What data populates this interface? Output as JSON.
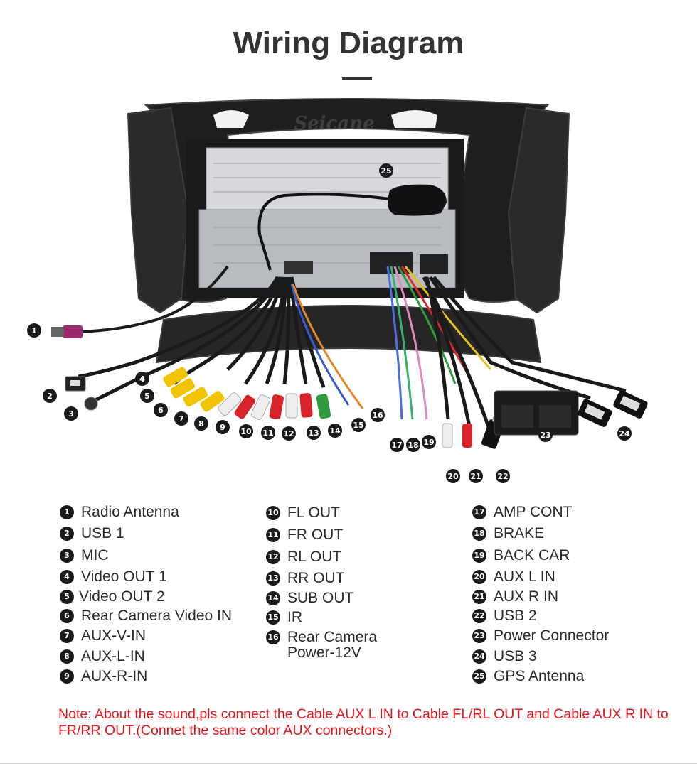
{
  "title": "Wiring Diagram",
  "watermark": "Seicane",
  "callouts": [
    "1",
    "2",
    "3",
    "4",
    "5",
    "6",
    "7",
    "8",
    "9",
    "10",
    "11",
    "12",
    "13",
    "14",
    "15",
    "16",
    "17",
    "18",
    "19",
    "20",
    "21",
    "22",
    "23",
    "24",
    "25"
  ],
  "legend": {
    "col1": [
      {
        "num": "1",
        "label": "Radio Antenna"
      },
      {
        "num": "2",
        "label": "USB 1"
      },
      {
        "num": "3",
        "label": "MIC"
      },
      {
        "num": "4",
        "label": "Video OUT 1"
      },
      {
        "num": "5",
        "label": "Video OUT 2"
      },
      {
        "num": "6",
        "label": "Rear Camera Video IN"
      },
      {
        "num": "7",
        "label": "AUX-V-IN"
      },
      {
        "num": "8",
        "label": "AUX-L-IN"
      },
      {
        "num": "9",
        "label": "AUX-R-IN"
      }
    ],
    "col2": [
      {
        "num": "10",
        "label": "FL OUT"
      },
      {
        "num": "11",
        "label": "FR OUT"
      },
      {
        "num": "12",
        "label": "RL OUT"
      },
      {
        "num": "13",
        "label": "RR OUT"
      },
      {
        "num": "14",
        "label": "SUB OUT"
      },
      {
        "num": "15",
        "label": "IR"
      },
      {
        "num": "16",
        "label": "Rear Camera",
        "label2": "Power-12V"
      }
    ],
    "col3": [
      {
        "num": "17",
        "label": "AMP CONT"
      },
      {
        "num": "18",
        "label": "BRAKE"
      },
      {
        "num": "19",
        "label": "BACK CAR"
      },
      {
        "num": "20",
        "label": "AUX L IN"
      },
      {
        "num": "21",
        "label": "AUX R IN"
      },
      {
        "num": "22",
        "label": "USB 2"
      },
      {
        "num": "23",
        "label": "Power Connector"
      },
      {
        "num": "24",
        "label": "USB 3"
      },
      {
        "num": "25",
        "label": "GPS Antenna"
      }
    ]
  },
  "note": "Note: About the sound,pls connect the Cable AUX L IN to Cable FL/RL OUT and Cable AUX R IN to  FR/RR OUT.(Connet the same color AUX connectors.)",
  "colors": {
    "frame": "#2b2b2b",
    "unit": "#c9ccd0",
    "rca_yellow": "#f2c400",
    "rca_red": "#d8232a",
    "rca_white": "#eeeeee",
    "rca_green": "#2e9b3e",
    "note_red": "#e8141a"
  }
}
